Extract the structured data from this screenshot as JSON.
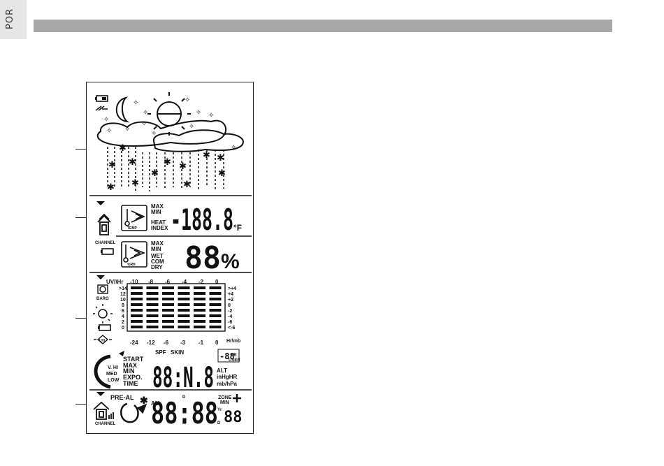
{
  "page": {
    "side_label": "POR"
  },
  "lcd": {
    "temp": {
      "max_label": "MAX",
      "min_label": "MIN",
      "heat_label": "HEAT",
      "index_label": "INDEX",
      "digits": "-188.8",
      "unit": "°F",
      "icon_label": "TEMP",
      "channel_label": "CHANNEL"
    },
    "humidity": {
      "max_label": "MAX",
      "min_label": "MIN",
      "wet_label": "WET",
      "com_label": "COM",
      "dry_label": "DRY",
      "digits": "88",
      "unit": "%",
      "icon_label": "%RH"
    },
    "graph": {
      "header": "UVI\\Hr",
      "top_ticks": [
        "-10",
        "-8",
        "-6",
        "-4",
        "-2",
        "0"
      ],
      "left_ticks": [
        ">14",
        "12",
        "10",
        "8",
        "6",
        "4",
        "2",
        "0"
      ],
      "right_ticks": [
        ">+4",
        "+4",
        "+2",
        "0",
        "-2",
        "-4",
        "-6",
        "<-6"
      ],
      "bottom_ticks": [
        "-24",
        "-12",
        "-6",
        "-3",
        "-1",
        "0"
      ],
      "right_unit": "Hr\\mb",
      "baro_label": "BARO",
      "uvi_label": "UVI"
    },
    "uv": {
      "spf": "SPF",
      "skin": "SKIN",
      "start": "START",
      "max": "MAX",
      "min": "MIN",
      "expo": "EXPO.",
      "time": "TIME",
      "vhi": "V. HI",
      "med": "MED",
      "low": "LOW",
      "digits": "88:N.8",
      "hr_label": "HR",
      "user_label": "USER",
      "alt": "ALT",
      "inhghr": "inHgHR",
      "mbhpa": "mb/hPa",
      "small_digits": "-88"
    },
    "clock": {
      "pre_al": "PRE-AL",
      "am": "AM",
      "digits": "88:88",
      "d_top": "D",
      "m_bottom": "M",
      "yr": "Yr",
      "d_bottom": "D",
      "zone": "ZONE",
      "min": "MIN",
      "small_digits": "88",
      "channel_label": "CHANNEL"
    }
  }
}
